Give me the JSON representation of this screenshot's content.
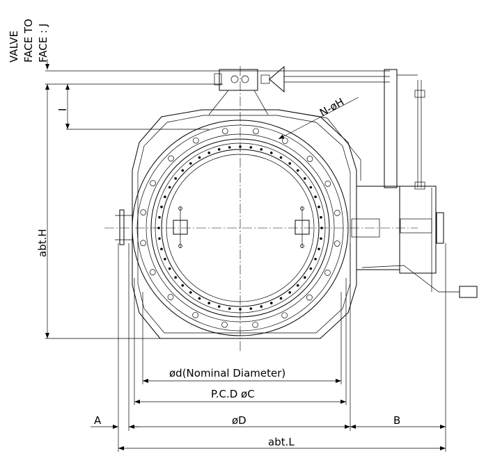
{
  "labels": {
    "valve_line1": "VALVE",
    "valve_line2": "FACE TO",
    "valve_line3": "FACE : J",
    "dim_I": "I",
    "dim_H": "abt.H",
    "dim_NH": "N-øH",
    "dim_d": "ød(Nominal Diameter)",
    "dim_C": "P.C.D øC",
    "dim_A": "A",
    "dim_D": "øD",
    "dim_B": "B",
    "dim_L": "abt.L"
  }
}
